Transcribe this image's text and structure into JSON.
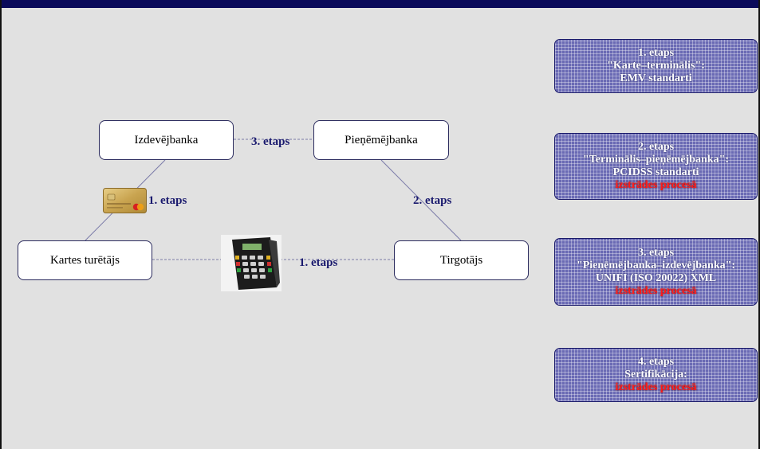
{
  "diagram": {
    "nodes": {
      "issuer": "Izdevējbanka",
      "acquirer": "Pieņēmējbanka",
      "cardholder": "Kartes turētājs",
      "merchant": "Tirgotājs"
    },
    "edge_labels": {
      "issuer_acquirer": "3. etaps",
      "issuer_cardholder": "1. etaps",
      "acquirer_merchant": "2. etaps",
      "cardholder_merchant": "1. etaps"
    }
  },
  "stages": [
    {
      "title": "1. etaps",
      "name": "\"Karte–terminālis\":",
      "standard": "EMV standarti",
      "status": ""
    },
    {
      "title": "2. etaps",
      "name": "\"Terminālis–pieņēmējbanka\":",
      "standard": "PCIDSS standarti",
      "status": "izstrādes procesā"
    },
    {
      "title": "3. etaps",
      "name": "\"Pieņēmējbanka–izdevējbanka\":",
      "standard": "UNIFI (ISO 20022) XML",
      "status": "izstrādes procesā"
    },
    {
      "title": "4. etaps",
      "name": "Sertifikācija:",
      "standard": "",
      "status": "izstrādes procesā"
    }
  ],
  "colors": {
    "header_bar": "#0a0a5a",
    "background": "#e1e1e1",
    "stage_fill": "#6a6ab4",
    "status_red": "#ff1a1a",
    "label_navy": "#1a1a6e"
  },
  "images": {
    "card": "payment-card-icon",
    "terminal": "pos-terminal-icon"
  }
}
